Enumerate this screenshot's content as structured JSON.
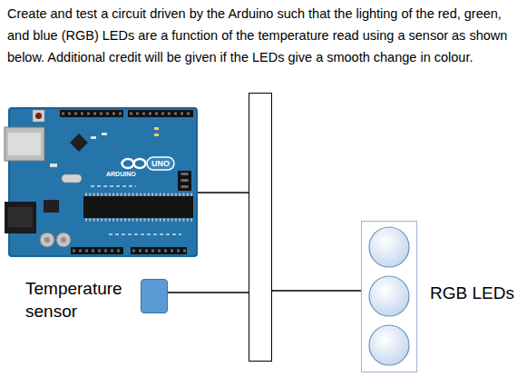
{
  "diagram": {
    "title": "Create and test a circuit driven by the Arduino such that the lighting of the red, green, and blue (RGB) LEDs are a function of the temperature read using a sensor as shown below. Additional credit will be given if the LEDs give a smooth change in colour.",
    "nodes": [
      {
        "text": [
          "UNO",
          "ARDUINO"
        ]
      },
      {
        "text": []
      },
      {
        "text": [
          "Temperature sensor"
        ]
      },
      {
        "text": [
          "RGB LEDs"
        ]
      }
    ],
    "edges": [
      {
        "from": 0,
        "to": 1,
        "arrow": "none"
      },
      {
        "from": 2,
        "to": 1,
        "arrow": "none"
      },
      {
        "from": 1,
        "to": 3,
        "arrow": "none"
      }
    ]
  }
}
